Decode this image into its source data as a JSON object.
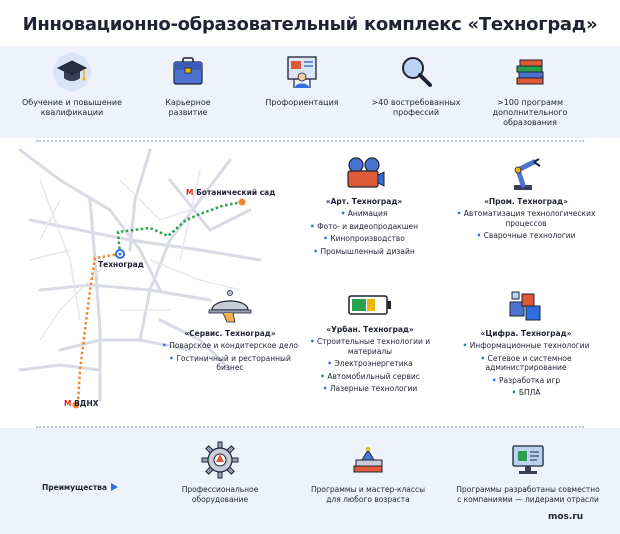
{
  "title": "Инновационно-образовательный комплекс «Техноград»",
  "features": [
    {
      "icon": "graduation-cap-icon",
      "lines": [
        "Обучение и повышение",
        "квалификации"
      ]
    },
    {
      "icon": "briefcase-icon",
      "lines": [
        "Карьерное",
        "развитие"
      ]
    },
    {
      "icon": "presentation-board-icon",
      "lines": [
        "Профориентация"
      ]
    },
    {
      "icon": "magnifier-icon",
      "lines": [
        ">40 востребованных",
        "профессий"
      ]
    },
    {
      "icon": "books-icon",
      "lines": [
        ">100 программ",
        "дополнительного",
        "образования"
      ]
    }
  ],
  "map": {
    "station_top": "Ботанический сад",
    "station_bottom": "ВДНХ",
    "metro_symbol": "М",
    "place": "Техноград"
  },
  "clusters": [
    {
      "name": "«Арт. Техноград»",
      "icon": "film-camera-icon",
      "items": [
        "Анимация",
        "Фото- и видеопродакшен",
        "Кинопроизводство",
        "Промышленный дизайн"
      ]
    },
    {
      "name": "«Пром. Техноград»",
      "icon": "robot-arm-icon",
      "items": [
        "Автоматизация технологических процессов",
        "Сварочные технологии"
      ]
    },
    {
      "name": "«Сервис. Техноград»",
      "icon": "cloche-icon",
      "items": [
        "Поварское и кондитерское дело",
        "Гостиничный и ресторанный бизнес"
      ]
    },
    {
      "name": "«Урбан. Техноград»",
      "icon": "battery-icon",
      "items": [
        "Строительные технологии и материалы",
        "Электроэнергетика",
        "Автомобильный сервис",
        "Лазерные технологии"
      ]
    },
    {
      "name": "«Цифра. Техноград»",
      "icon": "cubes-icon",
      "items": [
        "Информационные технологии",
        "Сетевое и системное администрирование",
        "Разработка игр",
        "БПЛА"
      ]
    }
  ],
  "advantages_title": "Преимущества",
  "advantages": [
    {
      "icon": "gear-icon",
      "lines": [
        "Профессиональное",
        "оборудование"
      ]
    },
    {
      "icon": "book-stack-icon",
      "lines": [
        "Программы и мастер-классы",
        "для любого возраста"
      ]
    },
    {
      "icon": "monitor-icon",
      "lines": [
        "Программы разработаны совместно",
        "с компаниями — лидерами отрасли"
      ]
    }
  ],
  "brand": "mos.ru",
  "colors": {
    "accent": "#2f6fe0",
    "metro": "#e1251b",
    "orange_line": "#f0892b",
    "green_line": "#2aa14d",
    "band": "#eef3fb"
  }
}
